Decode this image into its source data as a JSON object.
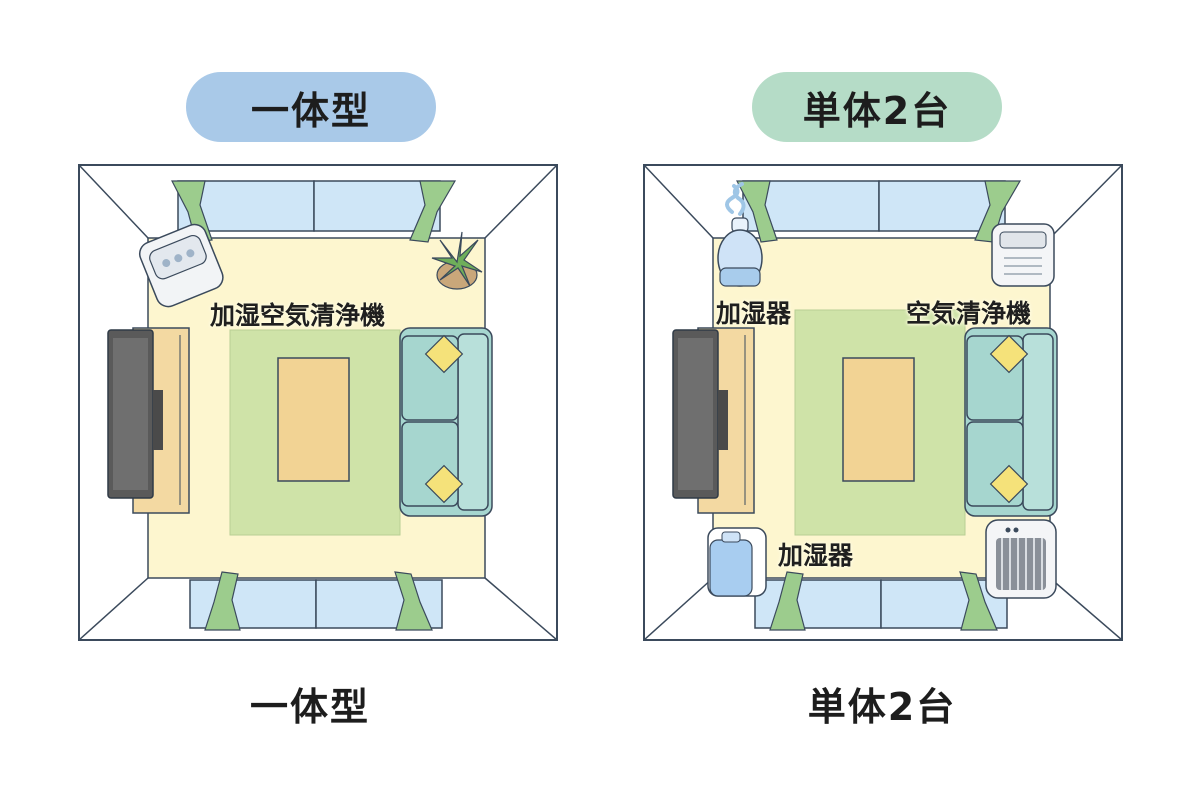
{
  "colors": {
    "pill_left": "#a9c9e8",
    "pill_right": "#b5dcc7",
    "floor": "#fdf6cf",
    "rug": "#cfe3a8",
    "table": "#f2d394",
    "sofa": "#a6d6cf",
    "cushion": "#f5e27a",
    "window": "#cfe6f7",
    "curtain": "#9ccc8d",
    "tv_stand": "#f3d9a2",
    "tv": "#5a5a5a",
    "line": "#3b4a5c"
  },
  "left": {
    "title": "一体型",
    "caption": "一体型",
    "device_label": "加湿空気清浄機"
  },
  "right": {
    "title": "単体2台",
    "caption": "単体2台",
    "labels": {
      "humidifier_top": "加湿器",
      "purifier": "空気清浄機",
      "humidifier_bottom": "加湿器"
    }
  }
}
